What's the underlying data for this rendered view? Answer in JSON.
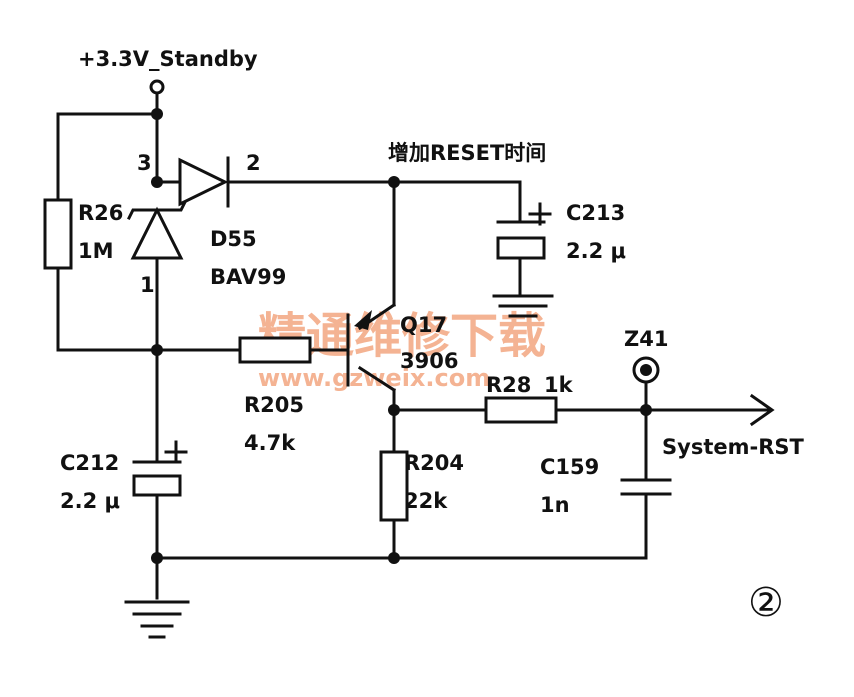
{
  "supply": {
    "label": "+3.3V_Standby"
  },
  "note": {
    "text": "增加RESET时间"
  },
  "components": {
    "r26": {
      "ref": "R26",
      "value": "1M"
    },
    "d55": {
      "ref": "D55",
      "value": "BAV99",
      "pin3": "3",
      "pin2": "2",
      "pin1": "1"
    },
    "c213": {
      "ref": "C213",
      "value": "2.2 μ"
    },
    "q17": {
      "ref": "Q17",
      "value": "3906"
    },
    "r205": {
      "ref": "R205",
      "value": "4.7k"
    },
    "r28": {
      "ref": "R28",
      "value": "1k"
    },
    "z41": {
      "ref": "Z41"
    },
    "r204": {
      "ref": "R204",
      "value": "22k"
    },
    "c212": {
      "ref": "C212",
      "value": "2.2 μ"
    },
    "c159": {
      "ref": "C159",
      "value": "1n"
    }
  },
  "signal": {
    "label": "System-RST"
  },
  "watermark": {
    "title": "精通维修下载",
    "url": "www.gzweix.com"
  },
  "figure_number": {
    "label": "②"
  }
}
